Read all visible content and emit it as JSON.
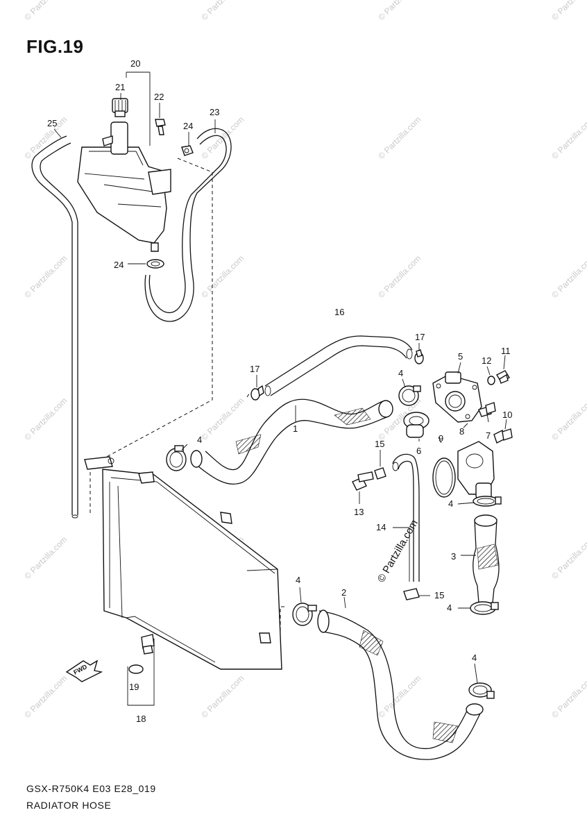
{
  "figure": {
    "title": "FIG.19",
    "code": "GSX-R750K4 E03 E28_019",
    "name": "RADIATOR HOSE"
  },
  "watermark": {
    "small": "© Partzilla.com",
    "large": "© Partzilla.com"
  },
  "callouts": {
    "p1": "1",
    "p2": "2",
    "p3": "3",
    "p4a": "4",
    "p4b": "4",
    "p4c": "4",
    "p4d": "4",
    "p4e": "4",
    "p4f": "4",
    "p5": "5",
    "p6": "6",
    "p7": "7",
    "p8": "8",
    "p9": "9",
    "p10": "10",
    "p11": "11",
    "p12": "12",
    "p13": "13",
    "p14": "14",
    "p15a": "15",
    "p15b": "15",
    "p16": "16",
    "p17a": "17",
    "p17b": "17",
    "p18": "18",
    "p19": "19",
    "p20": "20",
    "p21": "21",
    "p22": "22",
    "p23": "23",
    "p24a": "24",
    "p24b": "24",
    "p25": "25"
  },
  "fwd_label": "FWD"
}
